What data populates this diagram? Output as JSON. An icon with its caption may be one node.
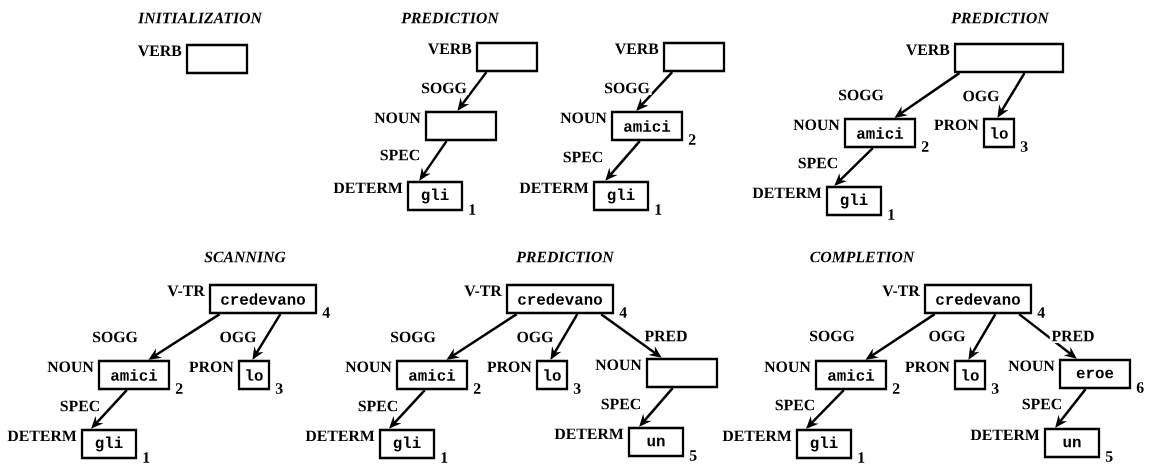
{
  "diagram": {
    "nodes": [
      {
        "text": [
          "VERB"
        ]
      },
      {
        "text": [
          "VERB"
        ]
      },
      {
        "text": [
          "NOUN"
        ]
      },
      {
        "text": [
          "DETERM",
          "gli"
        ],
        "beside": [
          "1"
        ]
      },
      {
        "text": [
          "VERB"
        ]
      },
      {
        "text": [
          "NOUN",
          "amici"
        ],
        "beside": [
          "2"
        ]
      },
      {
        "text": [
          "DETERM",
          "gli"
        ],
        "beside": [
          "1"
        ]
      },
      {
        "text": [
          "VERB"
        ]
      },
      {
        "text": [
          "NOUN",
          "amici"
        ],
        "beside": [
          "2"
        ]
      },
      {
        "text": [
          "PRON",
          "lo"
        ],
        "beside": [
          "3"
        ]
      },
      {
        "text": [
          "DETERM",
          "gli"
        ],
        "beside": [
          "1"
        ]
      },
      {
        "text": [
          "V-TR",
          "credevano"
        ],
        "beside": [
          "4"
        ]
      },
      {
        "text": [
          "NOUN",
          "amici"
        ],
        "beside": [
          "2"
        ]
      },
      {
        "text": [
          "PRON",
          "lo"
        ],
        "beside": [
          "3"
        ]
      },
      {
        "text": [
          "DETERM",
          "gli"
        ],
        "beside": [
          "1"
        ]
      },
      {
        "text": [
          "V-TR",
          "credevano"
        ],
        "beside": [
          "4"
        ]
      },
      {
        "text": [
          "NOUN",
          "amici"
        ],
        "beside": [
          "2"
        ]
      },
      {
        "text": [
          "PRON",
          "lo"
        ],
        "beside": [
          "3"
        ]
      },
      {
        "text": [
          "NOUN"
        ]
      },
      {
        "text": [
          "DETERM",
          "gli"
        ],
        "beside": [
          "1"
        ]
      },
      {
        "text": [
          "DETERM",
          "un"
        ],
        "beside": [
          "5"
        ]
      },
      {
        "text": [
          "V-TR",
          "credevano"
        ],
        "beside": [
          "4"
        ]
      },
      {
        "text": [
          "NOUN",
          "amici"
        ],
        "beside": [
          "2"
        ]
      },
      {
        "text": [
          "PRON",
          "lo"
        ],
        "beside": [
          "3"
        ]
      },
      {
        "text": [
          "NOUN",
          "eroe"
        ],
        "beside": [
          "6"
        ]
      },
      {
        "text": [
          "DETERM",
          "gli"
        ],
        "beside": [
          "1"
        ]
      },
      {
        "text": [
          "DETERM",
          "un"
        ],
        "beside": [
          "5"
        ]
      }
    ],
    "edges": [
      {
        "from": 1,
        "to": 2,
        "arrow": "to",
        "label": "SOGG"
      },
      {
        "from": 2,
        "to": 3,
        "arrow": "to",
        "label": "SPEC"
      },
      {
        "from": 4,
        "to": 5,
        "arrow": "to",
        "label": "SOGG"
      },
      {
        "from": 5,
        "to": 6,
        "arrow": "to",
        "label": "SPEC"
      },
      {
        "from": 7,
        "to": 8,
        "arrow": "to",
        "label": "SOGG"
      },
      {
        "from": 7,
        "to": 9,
        "arrow": "to",
        "label": "OGG"
      },
      {
        "from": 8,
        "to": 10,
        "arrow": "to",
        "label": "SPEC"
      },
      {
        "from": 11,
        "to": 12,
        "arrow": "to",
        "label": "SOGG"
      },
      {
        "from": 11,
        "to": 13,
        "arrow": "to",
        "label": "OGG"
      },
      {
        "from": 12,
        "to": 14,
        "arrow": "to",
        "label": "SPEC"
      },
      {
        "from": 15,
        "to": 16,
        "arrow": "to",
        "label": "SOGG"
      },
      {
        "from": 15,
        "to": 17,
        "arrow": "to",
        "label": "OGG"
      },
      {
        "from": 15,
        "to": 18,
        "arrow": "to",
        "label": "PRED"
      },
      {
        "from": 16,
        "to": 19,
        "arrow": "to",
        "label": "SPEC"
      },
      {
        "from": 18,
        "to": 20,
        "arrow": "to",
        "label": "SPEC"
      },
      {
        "from": 21,
        "to": 22,
        "arrow": "to",
        "label": "SOGG"
      },
      {
        "from": 21,
        "to": 23,
        "arrow": "to",
        "label": "OGG"
      },
      {
        "from": 21,
        "to": 24,
        "arrow": "to",
        "label": "PRED"
      },
      {
        "from": 22,
        "to": 25,
        "arrow": "to",
        "label": "SPEC"
      },
      {
        "from": 24,
        "to": 26,
        "arrow": "to",
        "label": "SPEC"
      }
    ],
    "labels": [
      "INITIALIZATION",
      "PREDICTION",
      "PREDICTION",
      "SCANNING",
      "PREDICTION",
      "COMPLETION"
    ]
  }
}
